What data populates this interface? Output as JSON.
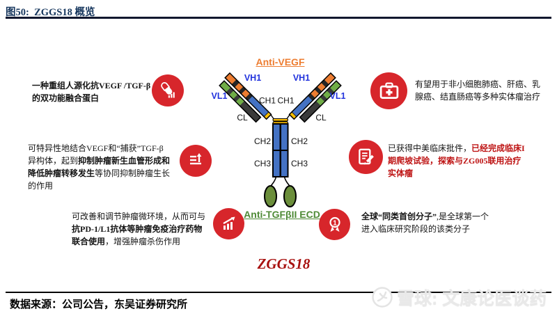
{
  "title": "图50:  ZGGS18 概览",
  "footer": {
    "source": "数据来源：公司公告，东吴证券研究所"
  },
  "watermark": {
    "logo": "xueqiu-snowball-logo",
    "text": "雪球: 文康论医谈药"
  },
  "colors": {
    "accent_red": "#D7262B",
    "title_navy": "#17375E",
    "orange": "#ED7D31",
    "chain_blue": "#4472C4",
    "chain_green": "#70AD47",
    "ellipse_olive": "#6B8E3B",
    "label_blue": "#2233DD",
    "tgf_green": "#4E8A35",
    "molecule_red": "#A81210",
    "highlight_red": "#BE1414",
    "hinge_yellow": "#FFC000"
  },
  "diagram": {
    "anti_vegf": "Anti-VEGF",
    "anti_tgf": "Anti-TGFβII ECD",
    "molecule": "ZGGS18",
    "labels": {
      "vh1": "VH1",
      "vl1": "VL1",
      "ch1": "CH1",
      "ch2": "CH2",
      "ch3": "CH3",
      "cl": "CL"
    }
  },
  "icons": {
    "left": [
      "pill",
      "list-up-arrow",
      "bar-chart-up-arrow"
    ],
    "right": [
      "first-aid-kit",
      "document-pencil",
      "medal-number-1"
    ],
    "medal_number": "1"
  },
  "left_blocks": [
    {
      "lines": [
        [
          {
            "t": "一种重组人源化抗VEGF /TGF-β",
            "s": "b"
          }
        ],
        [
          {
            "t": "的双功能融合蛋白",
            "s": "b"
          }
        ]
      ]
    },
    {
      "lines": [
        [
          {
            "t": "可特异性地结合VEGF和“捕获”TGF-β",
            "s": "n"
          }
        ],
        [
          {
            "t": "异构体，起到",
            "s": "n"
          },
          {
            "t": "抑制肿瘤新生血管形成和",
            "s": "b"
          }
        ],
        [
          {
            "t": "降低肿瘤转移发生",
            "s": "b"
          },
          {
            "t": "等协同抑制肿瘤生长",
            "s": "n"
          }
        ],
        [
          {
            "t": "的作用",
            "s": "n"
          }
        ]
      ]
    },
    {
      "lines": [
        [
          {
            "t": "可改善和调节肿瘤微环境，从而可与",
            "s": "n"
          }
        ],
        [
          {
            "t": "抗PD-1/L1抗体等肿瘤免疫治疗药物",
            "s": "b"
          }
        ],
        [
          {
            "t": "联合使用",
            "s": "b"
          },
          {
            "t": "，增强肿瘤杀伤作用",
            "s": "n"
          }
        ]
      ]
    }
  ],
  "right_blocks": [
    {
      "lines": [
        [
          {
            "t": "有望用于非小细胞肺癌、肝癌、乳",
            "s": "n"
          }
        ],
        [
          {
            "t": "腺癌、结直肠癌等多种实体瘤治疗",
            "s": "n"
          }
        ]
      ]
    },
    {
      "lines": [
        [
          {
            "t": "已获得中美临床批件，",
            "s": "n"
          },
          {
            "t": "已经完成临床I",
            "s": "rb"
          }
        ],
        [
          {
            "t": "期爬坡试验，探索与ZG005联用治疗",
            "s": "rb"
          }
        ],
        [
          {
            "t": "实体瘤",
            "s": "rb"
          }
        ]
      ]
    },
    {
      "lines": [
        [
          {
            "t": "全球“同类首创分子”",
            "s": "b"
          },
          {
            "t": ",是全球第一个",
            "s": "n"
          }
        ],
        [
          {
            "t": "进入临床研究阶段的该类分子",
            "s": "n"
          }
        ]
      ]
    }
  ]
}
